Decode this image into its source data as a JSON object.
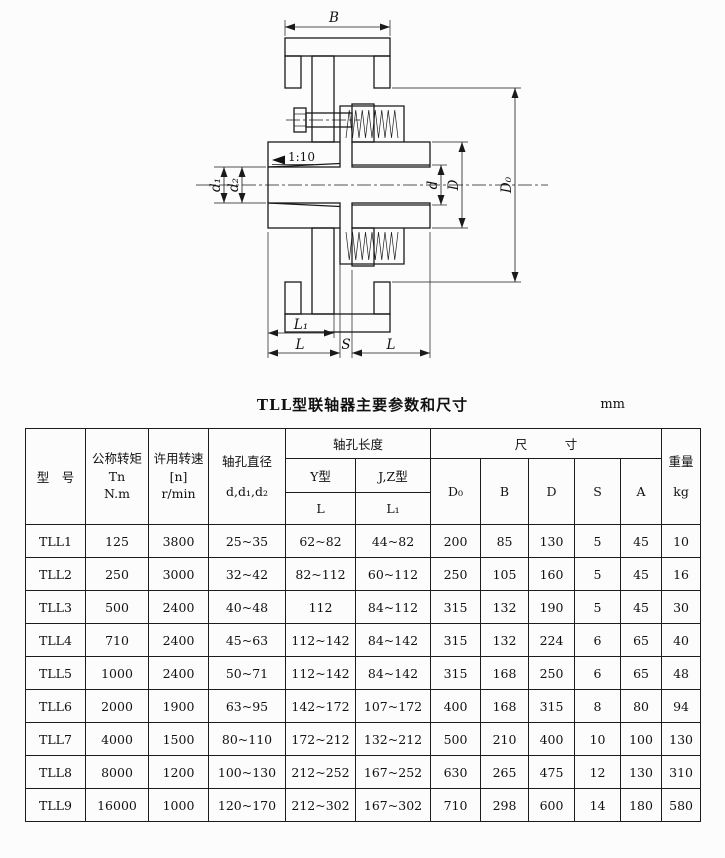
{
  "page": {
    "title": "TLL型联轴器主要参数和尺寸",
    "unit": "mm"
  },
  "drawing": {
    "dim_B": "B",
    "dim_D0": "D₀",
    "dim_D": "D",
    "dim_d": "d",
    "dim_d1": "d₁",
    "dim_d2": "d₂",
    "dim_L": "L",
    "dim_L1": "L₁",
    "dim_S": "S",
    "taper": "1:10"
  },
  "table": {
    "headers": {
      "model": "型　号",
      "torque": [
        "公称转矩",
        "Tn",
        "N.m"
      ],
      "speed": [
        "许用转速",
        "[n]",
        "r/min"
      ],
      "bore_dia": [
        "轴孔直径",
        "d,d₁,d₂"
      ],
      "bore_len": "轴孔长度",
      "y_type": "Y型",
      "jz_type": "J,Z型",
      "col_L": "L",
      "col_L1": "L₁",
      "size": "尺　　　寸",
      "col_D0": "D₀",
      "col_B": "B",
      "col_D": "D",
      "col_S": "S",
      "col_A": "A",
      "weight": [
        "重量",
        "kg"
      ]
    },
    "rows": [
      {
        "model": "TLL1",
        "torque": "125",
        "speed": "3800",
        "bore": "25~35",
        "L": "62~82",
        "L1": "44~82",
        "D0": "200",
        "B": "85",
        "D": "130",
        "S": "5",
        "A": "45",
        "weight": "10"
      },
      {
        "model": "TLL2",
        "torque": "250",
        "speed": "3000",
        "bore": "32~42",
        "L": "82~112",
        "L1": "60~112",
        "D0": "250",
        "B": "105",
        "D": "160",
        "S": "5",
        "A": "45",
        "weight": "16"
      },
      {
        "model": "TLL3",
        "torque": "500",
        "speed": "2400",
        "bore": "40~48",
        "L": "112",
        "L1": "84~112",
        "D0": "315",
        "B": "132",
        "D": "190",
        "S": "5",
        "A": "45",
        "weight": "30"
      },
      {
        "model": "TLL4",
        "torque": "710",
        "speed": "2400",
        "bore": "45~63",
        "L": "112~142",
        "L1": "84~142",
        "D0": "315",
        "B": "132",
        "D": "224",
        "S": "6",
        "A": "65",
        "weight": "40"
      },
      {
        "model": "TLL5",
        "torque": "1000",
        "speed": "2400",
        "bore": "50~71",
        "L": "112~142",
        "L1": "84~142",
        "D0": "315",
        "B": "168",
        "D": "250",
        "S": "6",
        "A": "65",
        "weight": "48"
      },
      {
        "model": "TLL6",
        "torque": "2000",
        "speed": "1900",
        "bore": "63~95",
        "L": "142~172",
        "L1": "107~172",
        "D0": "400",
        "B": "168",
        "D": "315",
        "S": "8",
        "A": "80",
        "weight": "94"
      },
      {
        "model": "TLL7",
        "torque": "4000",
        "speed": "1500",
        "bore": "80~110",
        "L": "172~212",
        "L1": "132~212",
        "D0": "500",
        "B": "210",
        "D": "400",
        "S": "10",
        "A": "100",
        "weight": "130"
      },
      {
        "model": "TLL8",
        "torque": "8000",
        "speed": "1200",
        "bore": "100~130",
        "L": "212~252",
        "L1": "167~252",
        "D0": "630",
        "B": "265",
        "D": "475",
        "S": "12",
        "A": "130",
        "weight": "310"
      },
      {
        "model": "TLL9",
        "torque": "16000",
        "speed": "1000",
        "bore": "120~170",
        "L": "212~302",
        "L1": "167~302",
        "D0": "710",
        "B": "298",
        "D": "600",
        "S": "14",
        "A": "180",
        "weight": "580"
      }
    ]
  }
}
